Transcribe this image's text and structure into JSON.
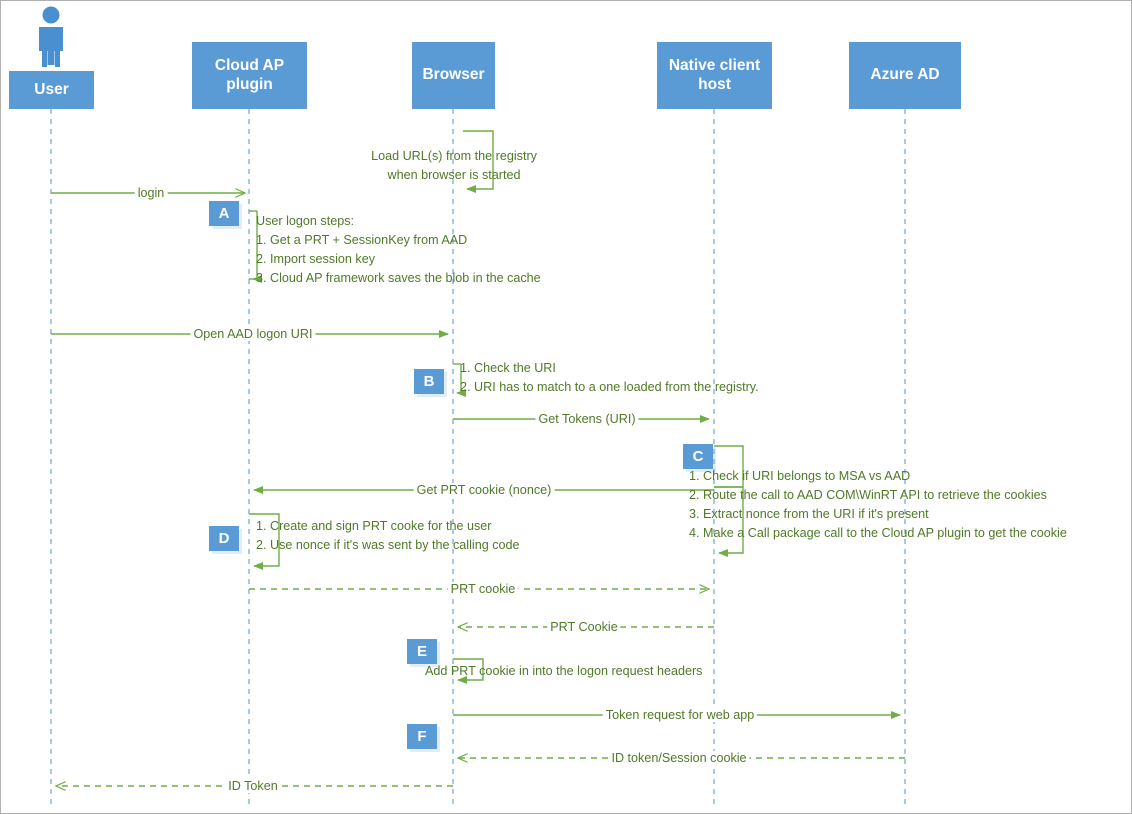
{
  "title": "Azure AD PRT cookie browser SSO sequence diagram",
  "colors": {
    "actor_blue": "#5B9BD5",
    "arrow_green": "#70AD47",
    "text_green": "#4F7A28",
    "lifeline_blue": "#7FB4DF",
    "white": "#FFFFFF"
  },
  "actors": [
    {
      "id": "user",
      "label": "User",
      "has_stick_figure": true
    },
    {
      "id": "cloud-ap-plugin",
      "label": "Cloud AP plugin"
    },
    {
      "id": "browser",
      "label": "Browser"
    },
    {
      "id": "native-client-host",
      "label": "Native client host"
    },
    {
      "id": "azure-ad",
      "label": "Azure AD"
    }
  ],
  "badges": [
    {
      "id": "a",
      "label": "A"
    },
    {
      "id": "b",
      "label": "B"
    },
    {
      "id": "c",
      "label": "C"
    },
    {
      "id": "d",
      "label": "D"
    },
    {
      "id": "e",
      "label": "E"
    },
    {
      "id": "f",
      "label": "F"
    }
  ],
  "messages": [
    {
      "id": "login",
      "label": "login",
      "from": "user",
      "to": "cloud-ap-plugin",
      "style": "solid"
    },
    {
      "id": "open-aad-logon-uri",
      "label": "Open AAD logon URI",
      "from": "user",
      "to": "browser",
      "style": "solid"
    },
    {
      "id": "get-tokens-uri",
      "label": "Get Tokens (URI)",
      "from": "browser",
      "to": "native-client-host",
      "style": "solid"
    },
    {
      "id": "get-prt-cookie-nonce",
      "label": "Get PRT cookie (nonce)",
      "from": "native-client-host",
      "to": "cloud-ap-plugin",
      "style": "solid"
    },
    {
      "id": "prt-cookie-to-host",
      "label": "PRT cookie",
      "from": "cloud-ap-plugin",
      "to": "native-client-host",
      "style": "dashed"
    },
    {
      "id": "prt-cookie-to-browser",
      "label": "PRT Cookie",
      "from": "native-client-host",
      "to": "browser",
      "style": "dashed"
    },
    {
      "id": "token-request-web-app",
      "label": "Token request for web app",
      "from": "browser",
      "to": "azure-ad",
      "style": "solid"
    },
    {
      "id": "id-token-session-cookie",
      "label": "ID token/Session cookie",
      "from": "azure-ad",
      "to": "browser",
      "style": "dashed"
    },
    {
      "id": "id-token",
      "label": "ID Token",
      "from": "browser",
      "to": "user",
      "style": "dashed"
    }
  ],
  "notes": {
    "browser_startup": {
      "line1": "Load URL(s) from the registry",
      "line2": "when browser is started"
    },
    "note_a": {
      "heading": "User logon steps:",
      "items": [
        "1. Get a PRT + SessionKey from AAD",
        "2. Import session key",
        "3. Cloud AP framework saves the blob in the cache"
      ]
    },
    "note_b": {
      "items": [
        "1. Check the URI",
        "2. URI has to match to a one loaded from the registry."
      ]
    },
    "note_c": {
      "items": [
        "1. Check if URI belongs to MSA vs AAD",
        "2. Route the call to AAD COM\\WinRT API to retrieve the cookies",
        "3. Extract nonce from the URI if it's present",
        "4. Make a Call package call to the Cloud AP plugin to get the cookie"
      ]
    },
    "note_d": {
      "items": [
        "1. Create and sign PRT cooke for the user",
        "2. Use nonce if it's was sent by the calling code"
      ]
    },
    "note_e": {
      "items": [
        "Add PRT cookie in into the logon request headers"
      ]
    }
  }
}
